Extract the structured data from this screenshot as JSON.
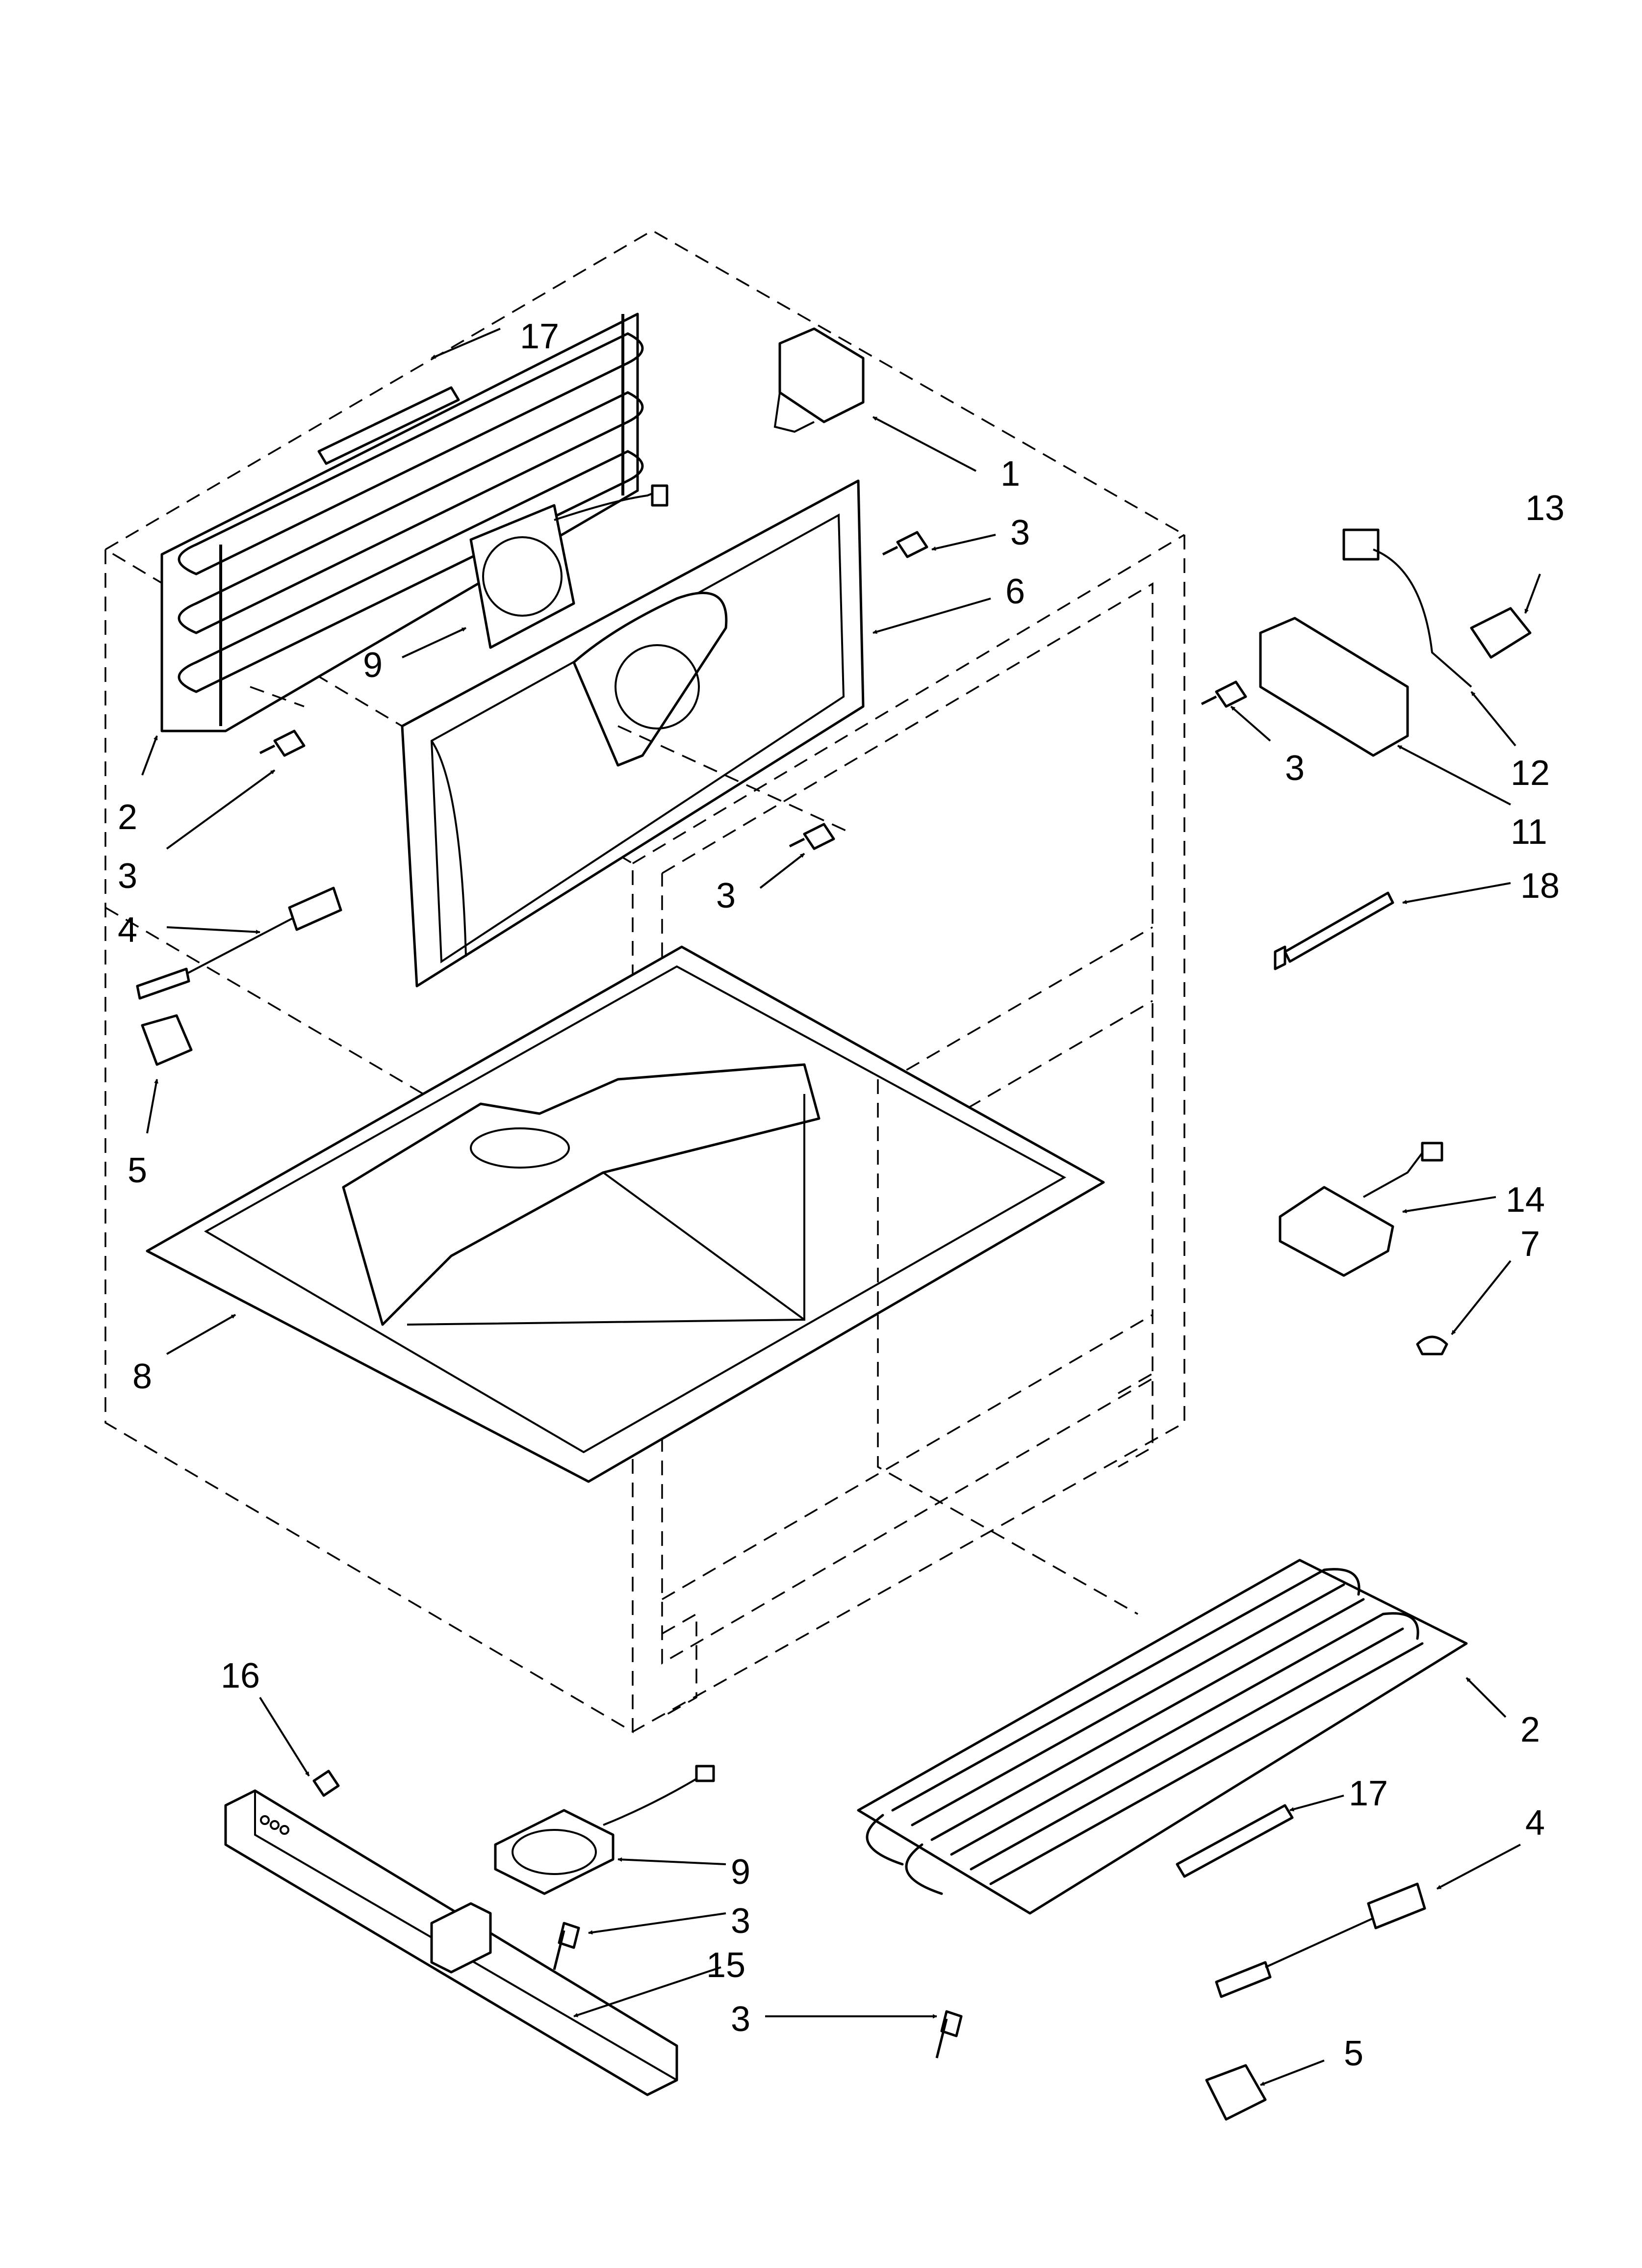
{
  "callouts": [
    {
      "label": "17"
    },
    {
      "label": "1"
    },
    {
      "label": "3"
    },
    {
      "label": "6"
    },
    {
      "label": "13"
    },
    {
      "label": "9"
    },
    {
      "label": "2"
    },
    {
      "label": "3"
    },
    {
      "label": "3"
    },
    {
      "label": "12"
    },
    {
      "label": "11"
    },
    {
      "label": "3"
    },
    {
      "label": "4"
    },
    {
      "label": "18"
    },
    {
      "label": "5"
    },
    {
      "label": "14"
    },
    {
      "label": "7"
    },
    {
      "label": "8"
    },
    {
      "label": "16"
    },
    {
      "label": "2"
    },
    {
      "label": "17"
    },
    {
      "label": "9"
    },
    {
      "label": "4"
    },
    {
      "label": "3"
    },
    {
      "label": "15"
    },
    {
      "label": "3"
    },
    {
      "label": "5"
    }
  ]
}
